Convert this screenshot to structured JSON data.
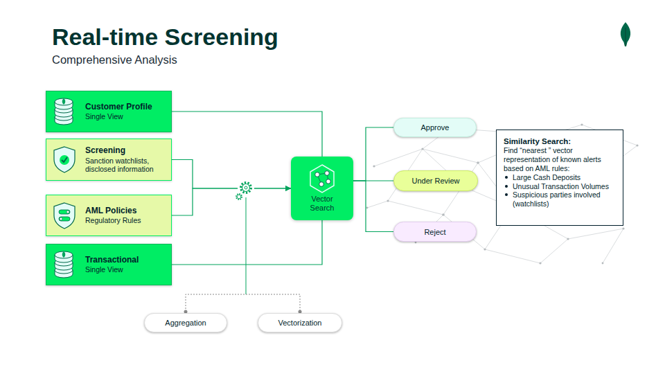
{
  "diagram": {
    "title": "Real-time Screening",
    "nodes": [
      {
        "text": [
          "Customer Profile",
          "Single View"
        ]
      },
      {
        "text": [
          "Screening",
          "Sanction watchlists, disclosed information"
        ]
      },
      {
        "text": [
          "AML Policies",
          "Regulatory Rules"
        ]
      },
      {
        "text": [
          "Transactional",
          "Single View"
        ]
      },
      {
        "text": [
          "Vector Search"
        ]
      },
      {
        "text": [
          "Approve"
        ]
      },
      {
        "text": [
          "Under Review"
        ]
      },
      {
        "text": [
          "Reject"
        ]
      },
      {
        "text": [
          "Aggregation"
        ]
      },
      {
        "text": [
          "Vectorization"
        ]
      },
      {
        "text": [
          "Similarity Search:",
          "Find “nearest ” vector representation of known alerts based on AML rules:",
          "Large Cash Deposits",
          "Unusual Transaction Volumes",
          "Suspicious parties involved (watchlists)"
        ]
      }
    ],
    "edges": [
      {
        "from": 0,
        "to": 4,
        "arrow": "none"
      },
      {
        "from": 1,
        "to": 4,
        "arrow": "to"
      },
      {
        "from": 2,
        "to": 4,
        "arrow": "to"
      },
      {
        "from": 3,
        "to": 4,
        "arrow": "none"
      },
      {
        "from": 4,
        "to": 5,
        "arrow": "none"
      },
      {
        "from": 4,
        "to": 6,
        "arrow": "none"
      },
      {
        "from": 4,
        "to": 7,
        "arrow": "none"
      }
    ],
    "labels": [
      "Comprehensive Analysis"
    ]
  }
}
